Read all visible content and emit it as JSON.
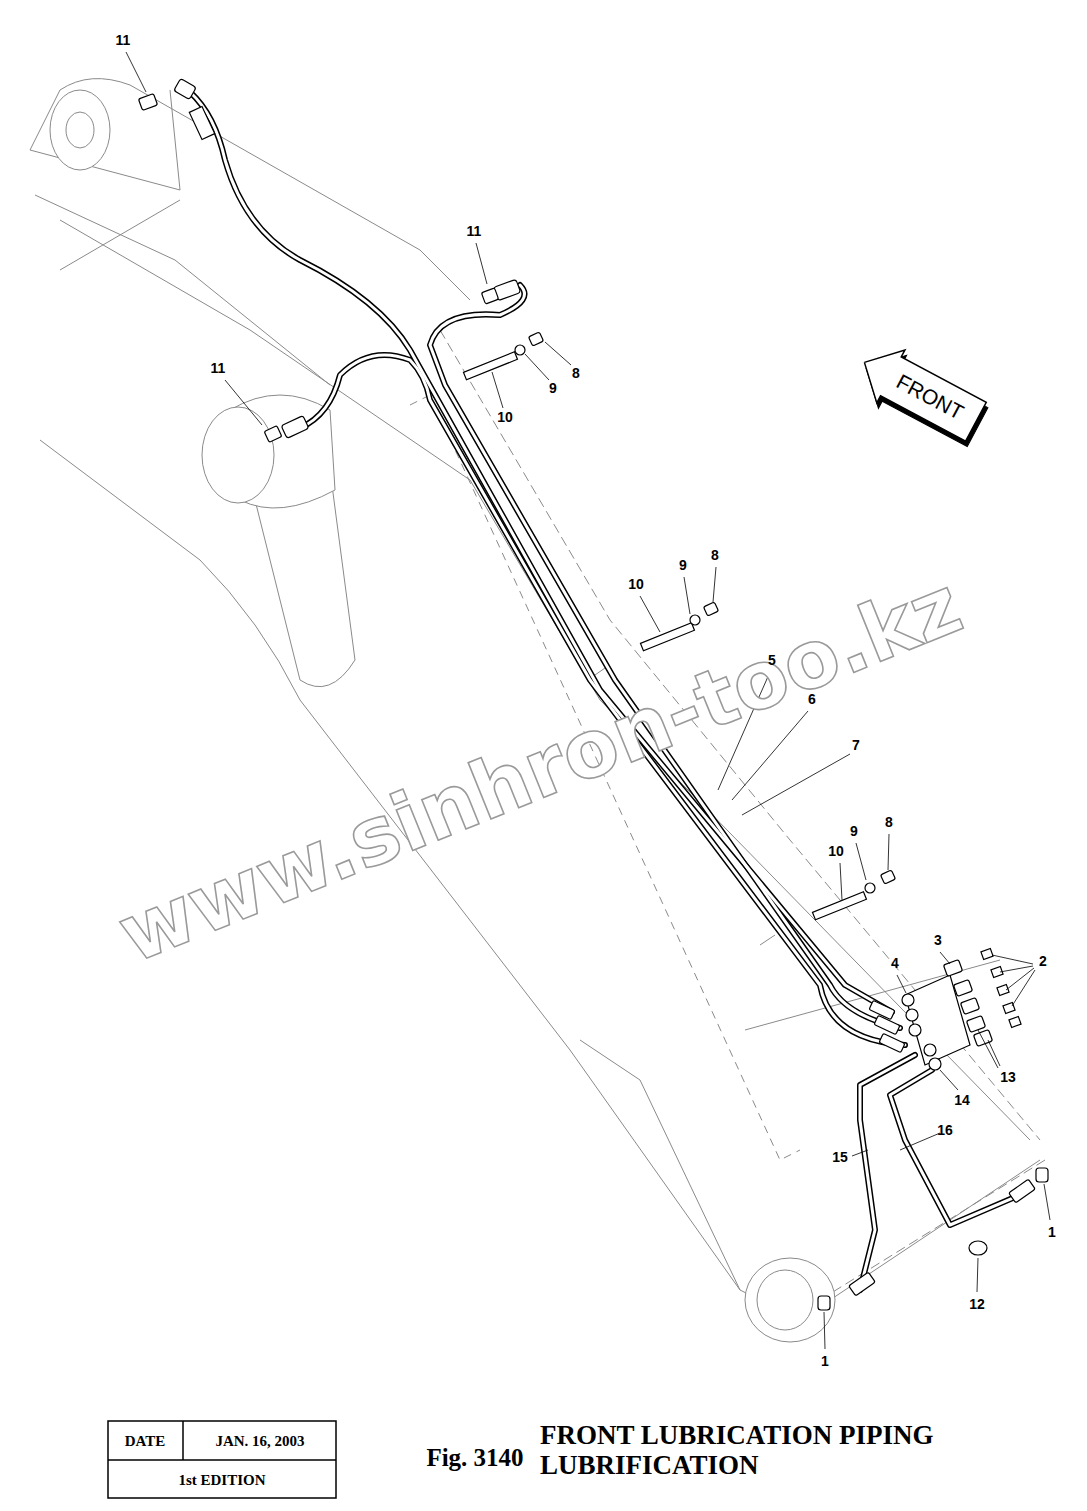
{
  "diagram": {
    "title": "FRONT LUBRICATION PIPING LUBRIFICATION",
    "nodes": [
      {
        "text": [
          "FRONT"
        ]
      }
    ],
    "labels": [
      "11",
      "11",
      "11",
      "8",
      "9",
      "10",
      "10",
      "9",
      "8",
      "5",
      "6",
      "7",
      "9",
      "8",
      "10",
      "3",
      "4",
      "2",
      "13",
      "14",
      "16",
      "15",
      "1",
      "12",
      "1",
      "Fig. 3140",
      "DATE",
      "JAN. 16, 2003",
      "1st EDITION",
      "www.sinhron-too.kz"
    ]
  }
}
